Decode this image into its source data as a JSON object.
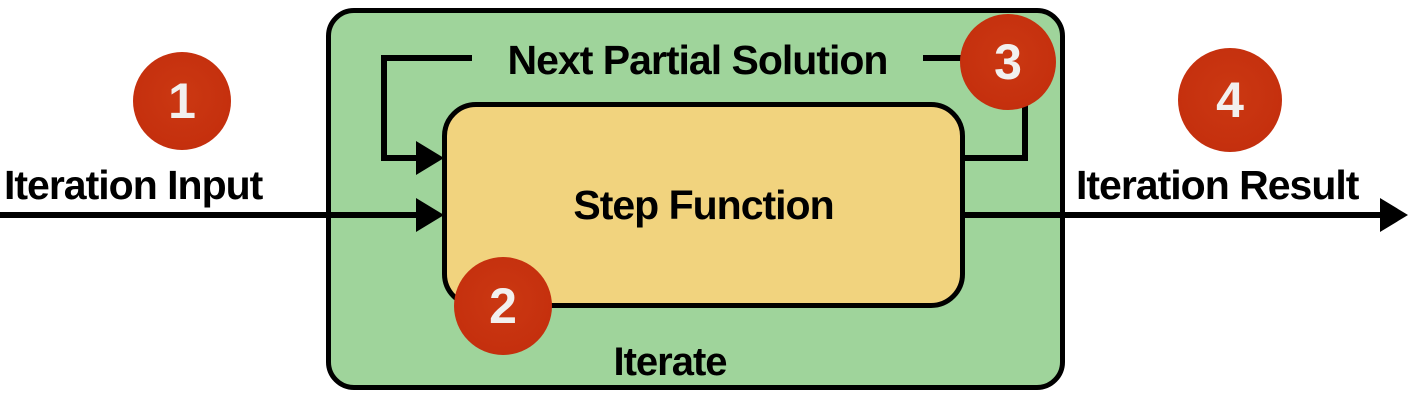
{
  "diagram": {
    "boxes": {
      "iterate_label": "Iterate",
      "step_function_label": "Step Function"
    },
    "flow_labels": {
      "input": "Iteration Input",
      "result": "Iteration Result",
      "feedback": "Next Partial Solution"
    },
    "markers": [
      {
        "number": "1"
      },
      {
        "number": "2"
      },
      {
        "number": "3"
      },
      {
        "number": "4"
      }
    ],
    "colors": {
      "iterate_box": "#9fd49b",
      "step_function_box": "#f1d37e",
      "marker": "#c5300e",
      "marker_text": "#f2f0ee",
      "line": "#000000",
      "background": "#ffffff"
    }
  }
}
